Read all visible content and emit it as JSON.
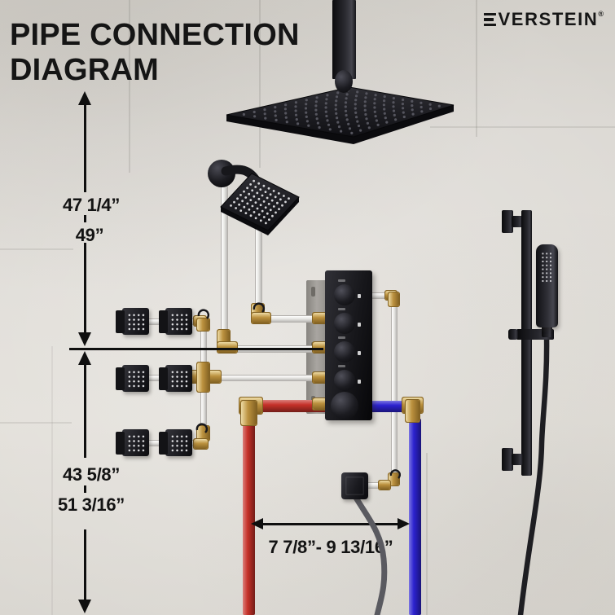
{
  "header": {
    "title_line1": "PIPE CONNECTION",
    "title_line2": "DIAGRAM"
  },
  "brand": {
    "name": "VERSTEIN",
    "registered": "®",
    "logo_e_icon": "three-bars-E"
  },
  "dimensions": {
    "rain_head_height_min": "47 1/4”",
    "rain_head_height_max": "49”",
    "valve_drop_min": "43 5/8”",
    "valve_drop_max": "51 3/16”",
    "supply_spread_range": "7 7/8”- 9 13/16”"
  },
  "colors": {
    "wall": "#dcd9d4",
    "annotation": "#0f0f0f",
    "pipe_white": "#ebeae7",
    "brass_fitting": "#bb913e",
    "hot_supply": "#c53129",
    "cold_supply": "#2c22cf",
    "fixture_black": "#1b1b1f"
  },
  "components": [
    "ceiling-rain-shower-head",
    "ceiling-shower-arm",
    "wall-shower-head",
    "body-spray-jets",
    "thermostatic-valve-panel",
    "valve-mounting-bracket",
    "hand-shower-wand",
    "slide-bar",
    "hand-shower-outlet-elbow",
    "shower-hoses",
    "hot-water-supply-pipe",
    "cold-water-supply-pipe",
    "brass-elbow-and-cross-fittings"
  ]
}
